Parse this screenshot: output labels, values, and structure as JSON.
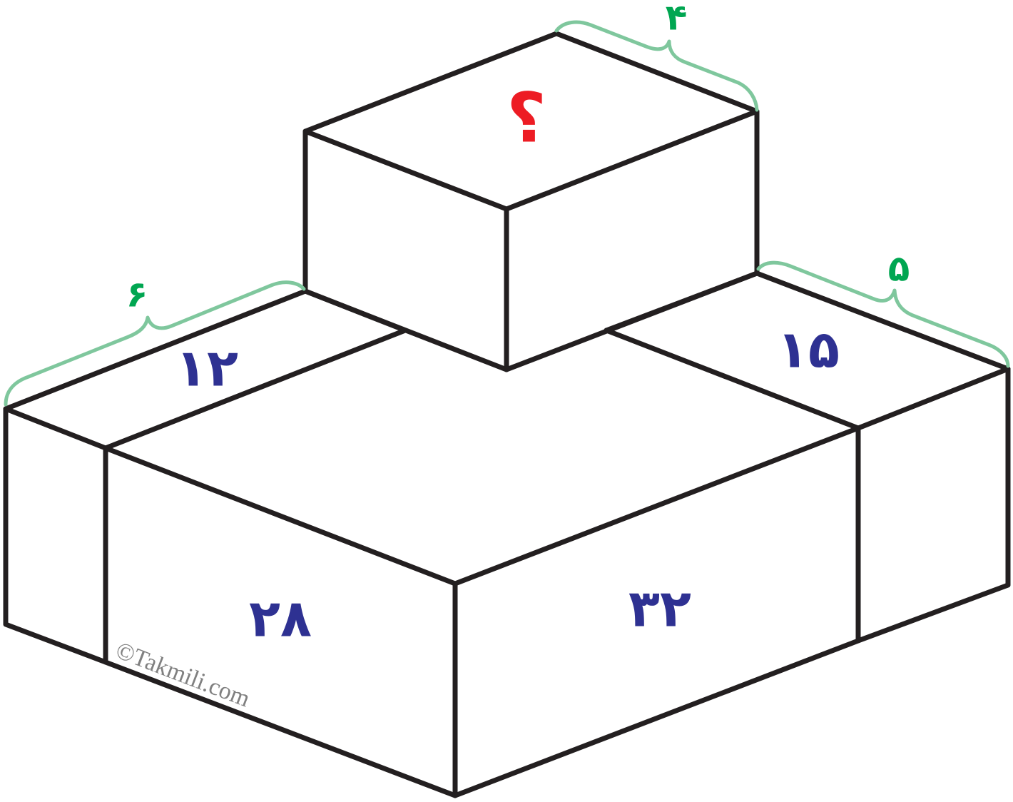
{
  "diagram": {
    "top_block": {
      "top_face_label": "؟",
      "width_label": "۴"
    },
    "base_block": {
      "left_top_face_label": "۱۲",
      "left_depth_label": "۶",
      "right_top_face_label": "۱۵",
      "right_depth_label": "۵",
      "front_left_face_label": "۲۸",
      "front_right_face_label": "۳۲"
    },
    "watermark": "©Takmili.com"
  },
  "colors": {
    "edge": "#231f20",
    "face_label": "#2e3192",
    "unknown_label": "#ed1c24",
    "dimension_label": "#00a651",
    "brace": "#7fc79d",
    "watermark": "#808080"
  }
}
